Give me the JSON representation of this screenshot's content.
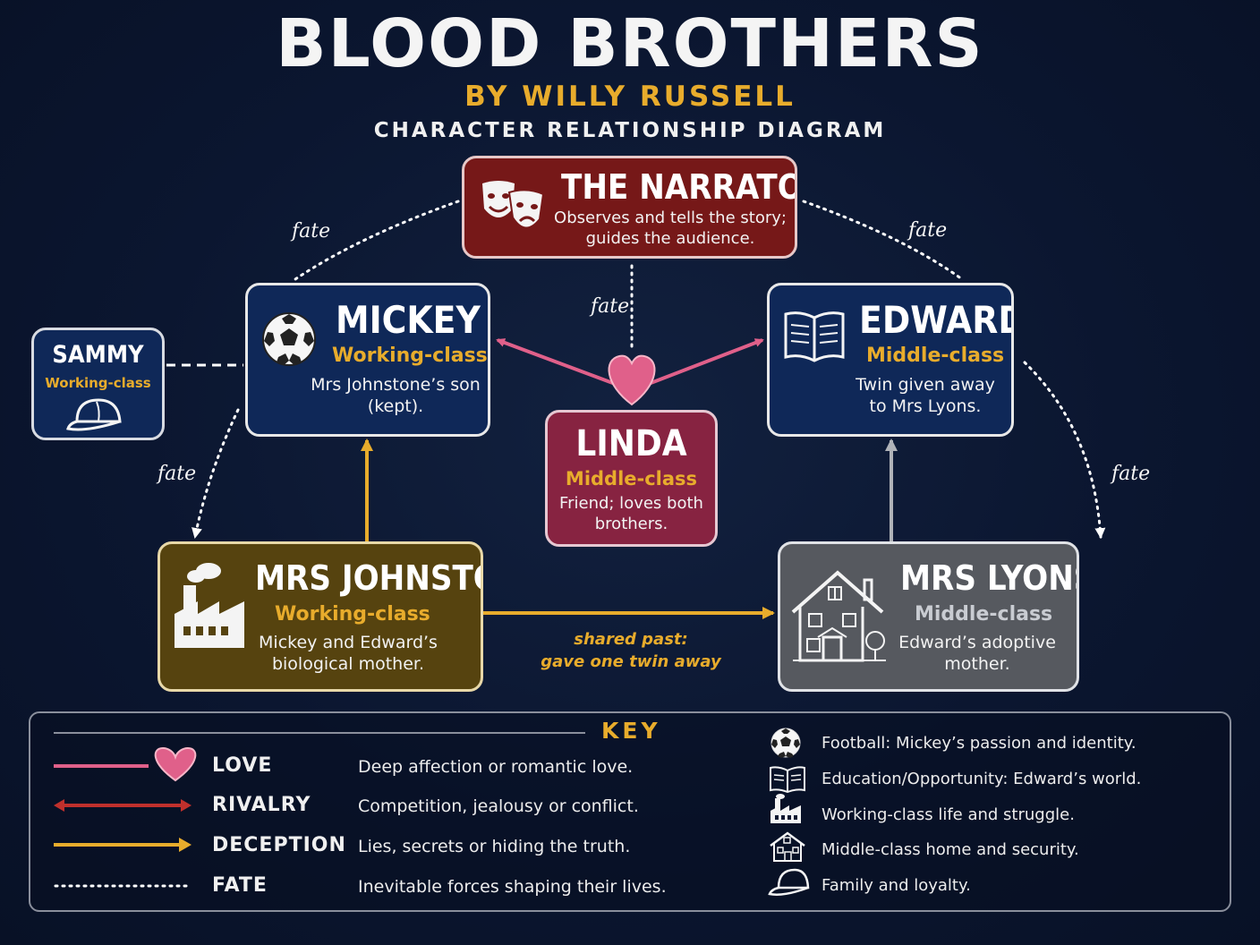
{
  "header": {
    "title": "BLOOD BROTHERS",
    "author": "BY WILLY RUSSELL",
    "subtitle": "CHARACTER RELATIONSHIP DIAGRAM"
  },
  "characters": {
    "narrator": {
      "name": "THE NARRATOR",
      "desc_line1": "Observes and tells the story;",
      "desc_line2": "guides the audience.",
      "icon": "theatre-masks-icon"
    },
    "mickey": {
      "name": "MICKEY",
      "class": "Working-class",
      "desc_line1": "Mrs Johnstone’s son",
      "desc_line2": "(kept).",
      "icon": "football-icon"
    },
    "edward": {
      "name": "EDWARD",
      "class": "Middle-class",
      "desc_line1": "Twin given away",
      "desc_line2": "to Mrs Lyons.",
      "icon": "book-icon"
    },
    "sammy": {
      "name": "SAMMY",
      "class": "Working-class",
      "icon": "cap-icon"
    },
    "linda": {
      "name": "LINDA",
      "class": "Middle-class",
      "desc_line1": "Friend; loves both",
      "desc_line2": "brothers."
    },
    "mrs_johnstone": {
      "name": "MRS JOHNSTONE",
      "class": "Working-class",
      "desc_line1": "Mickey and Edward’s",
      "desc_line2": "biological mother.",
      "icon": "factory-icon"
    },
    "mrs_lyons": {
      "name": "MRS LYONS",
      "class": "Middle-class",
      "desc_line1": "Edward’s adoptive",
      "desc_line2": "mother.",
      "icon": "house-icon"
    }
  },
  "labels": {
    "fate": "fate",
    "shared_line1": "shared past:",
    "shared_line2": "gave one twin away"
  },
  "key": {
    "title": "KEY",
    "relations": [
      {
        "name": "LOVE",
        "desc": "Deep affection or romantic love.",
        "color": "#e0608a"
      },
      {
        "name": "RIVALRY",
        "desc": "Competition, jealousy or conflict.",
        "color": "#c0302c"
      },
      {
        "name": "DECEPTION",
        "desc": "Lies, secrets or hiding the truth.",
        "color": "#e8ac2c"
      },
      {
        "name": "FATE",
        "desc": "Inevitable forces shaping their lives.",
        "color": "#ffffff"
      }
    ],
    "symbols": [
      {
        "icon": "football-icon",
        "desc": "Football: Mickey’s passion and identity."
      },
      {
        "icon": "book-icon",
        "desc": "Education/Opportunity: Edward’s world."
      },
      {
        "icon": "factory-icon",
        "desc": "Working-class life and struggle."
      },
      {
        "icon": "house-icon",
        "desc": "Middle-class home and security."
      },
      {
        "icon": "cap-icon",
        "desc": "Family and loyalty."
      }
    ]
  },
  "colors": {
    "background": "#0b1630",
    "narrator": "#7a1a1a",
    "mickey": "#102a5c",
    "edward": "#102a5c",
    "linda": "#8a2443",
    "mrs_johnstone": "#5a4510",
    "mrs_lyons": "#5a5d63",
    "accent": "#e8ac2c"
  }
}
